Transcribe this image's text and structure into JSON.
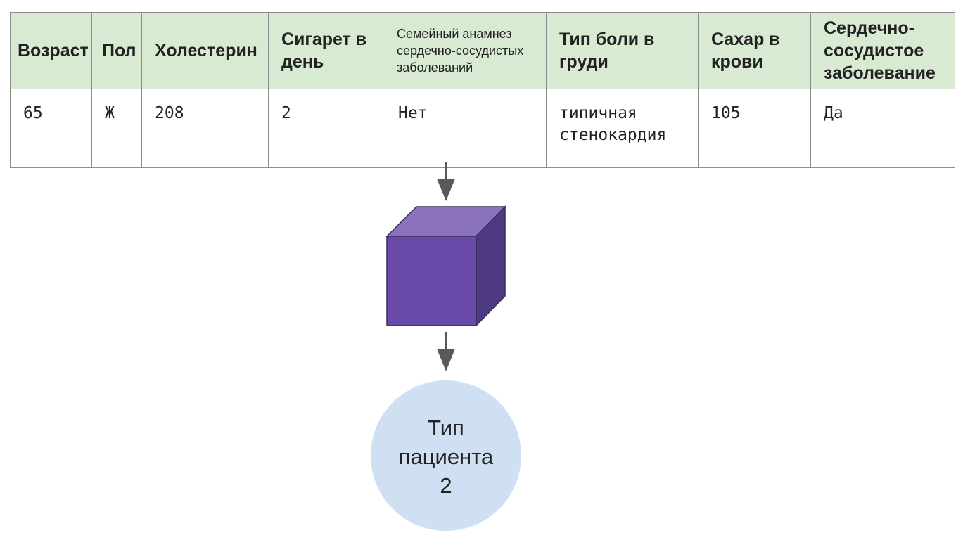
{
  "table": {
    "headers": [
      "Возраст",
      "Пол",
      "Холестерин",
      "Сигарет в день",
      "Семейный анамнез сердечно-сосудистых заболеваний",
      "Тип боли в груди",
      "Сахар в крови",
      "Сердечно-сосудистое заболевание"
    ],
    "row": [
      "65",
      "Ж",
      "208",
      "2",
      "Нет",
      "типичная стенокардия",
      "105",
      "Да"
    ]
  },
  "output": {
    "line1": "Тип",
    "line2": "пациента",
    "line3": "2"
  },
  "colors": {
    "header_bg": "#d9ead3",
    "cube_front": "#6a4aa8",
    "cube_top": "#8a72bd",
    "cube_side": "#4e3a82",
    "circle": "#cfe0f3",
    "arrow": "#595959"
  }
}
